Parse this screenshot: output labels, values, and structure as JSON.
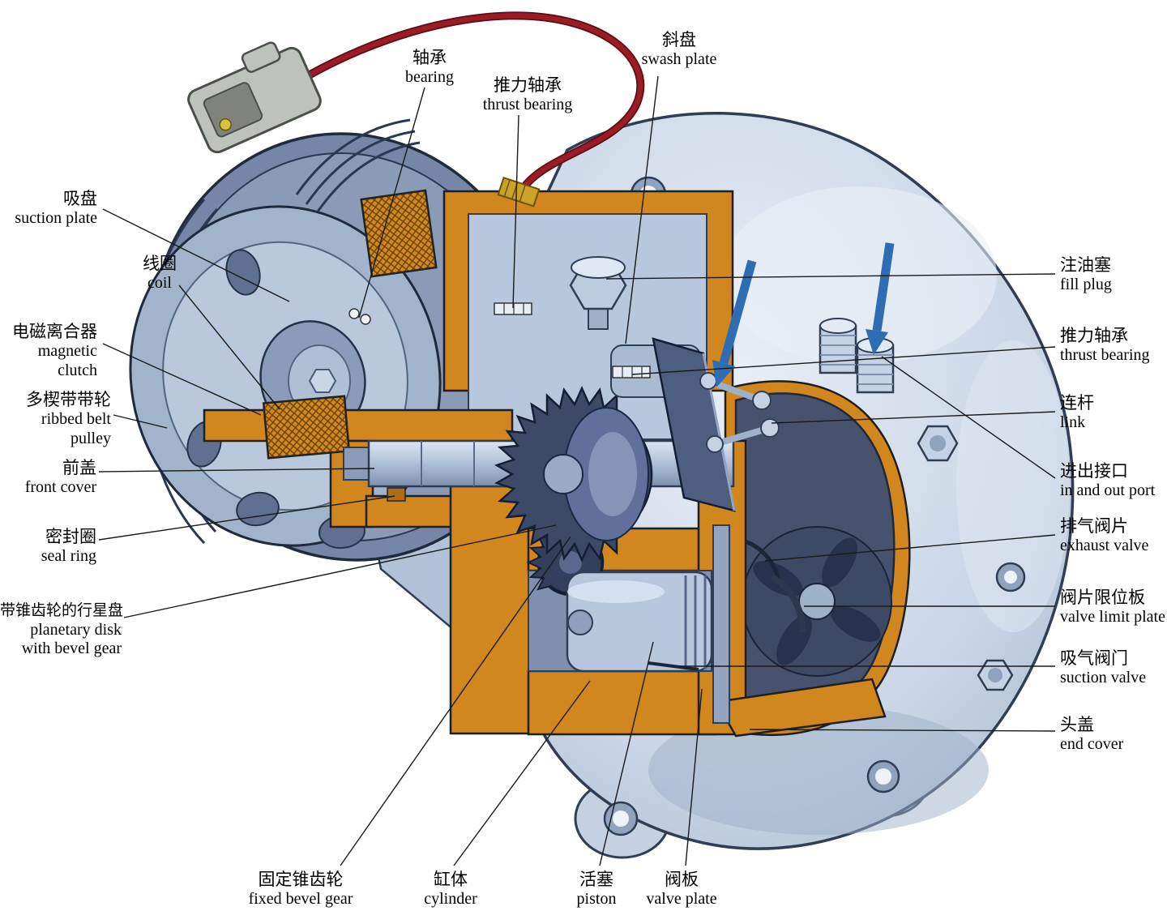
{
  "labels": [
    {
      "id": "bearing",
      "zh": "轴承",
      "en": "bearing"
    },
    {
      "id": "thrust-bearing-top",
      "zh": "推力轴承",
      "en": "thrust bearing"
    },
    {
      "id": "swash-plate",
      "zh": "斜盘",
      "en": "swash plate"
    },
    {
      "id": "suction-plate",
      "zh": "吸盘",
      "en": "suction plate"
    },
    {
      "id": "coil",
      "zh": "线圈",
      "en": "coil"
    },
    {
      "id": "magnetic-clutch",
      "zh": "电磁离合器",
      "en": "magnetic clutch"
    },
    {
      "id": "ribbed-belt-pulley",
      "zh": "多楔带带轮",
      "en": "ribbed belt pulley"
    },
    {
      "id": "front-cover",
      "zh": "前盖",
      "en": "front cover"
    },
    {
      "id": "seal-ring",
      "zh": "密封圈",
      "en": "seal ring"
    },
    {
      "id": "planetary-disk",
      "zh": "带锥齿轮的行星盘",
      "en": "planetary disk with bevel gear"
    },
    {
      "id": "fill-plug",
      "zh": "注油塞",
      "en": "fill plug"
    },
    {
      "id": "thrust-bearing-right",
      "zh": "推力轴承",
      "en": "thrust bearing"
    },
    {
      "id": "link",
      "zh": "连杆",
      "en": "link"
    },
    {
      "id": "in-and-out-port",
      "zh": "进出接口",
      "en": "in and out port"
    },
    {
      "id": "exhaust-valve",
      "zh": "排气阀片",
      "en": "exhaust valve"
    },
    {
      "id": "valve-limit-plate",
      "zh": "阀片限位板",
      "en": "valve limit plate"
    },
    {
      "id": "suction-valve",
      "zh": "吸气阀门",
      "en": "suction valve"
    },
    {
      "id": "end-cover",
      "zh": "头盖",
      "en": "end cover"
    },
    {
      "id": "fixed-bevel-gear",
      "zh": "固定锥齿轮",
      "en": "fixed bevel gear"
    },
    {
      "id": "cylinder",
      "zh": "缸体",
      "en": "cylinder"
    },
    {
      "id": "piston",
      "zh": "活塞",
      "en": "piston"
    },
    {
      "id": "valve-plate",
      "zh": "阀板",
      "en": "valve plate"
    }
  ],
  "colors": {
    "body": "#cbd7e6",
    "cutaway_orange": "#d2861e",
    "wire_red": "#9c1c26",
    "arrow_blue": "#2e6cb4",
    "leader_line": "#1a1a1a"
  }
}
